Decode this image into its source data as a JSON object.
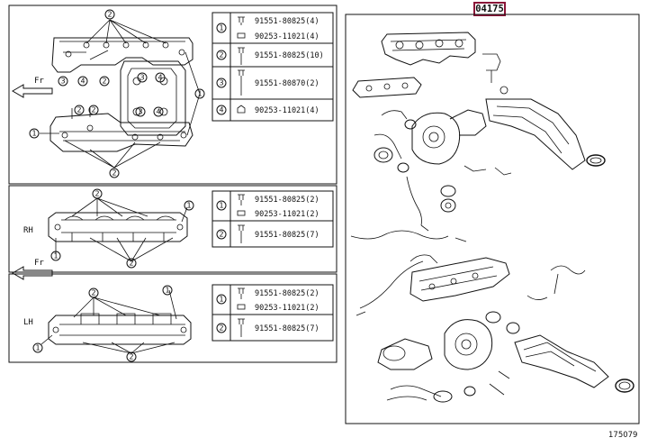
{
  "header": {
    "code": "04175"
  },
  "footer": {
    "figure_id": "175079"
  },
  "fr_label": "Fr",
  "panels": [
    {
      "side_label": "",
      "table": [
        {
          "key": "1",
          "parts": [
            "91551-80825(4)",
            "90253-11021(4)"
          ]
        },
        {
          "key": "2",
          "parts": [
            "91551-80825(10)"
          ]
        },
        {
          "key": "3",
          "parts": [
            "91551-80870(2)"
          ]
        },
        {
          "key": "4",
          "parts": [
            "90253-11021(4)"
          ]
        }
      ]
    },
    {
      "side_label": "RH",
      "table": [
        {
          "key": "1",
          "parts": [
            "91551-80825(2)",
            "90253-11021(2)"
          ]
        },
        {
          "key": "2",
          "parts": [
            "91551-80825(7)"
          ]
        }
      ]
    },
    {
      "side_label": "LH",
      "table": [
        {
          "key": "1",
          "parts": [
            "91551-80825(2)",
            "90253-11021(2)"
          ]
        },
        {
          "key": "2",
          "parts": [
            "91551-80825(7)"
          ]
        }
      ]
    }
  ]
}
